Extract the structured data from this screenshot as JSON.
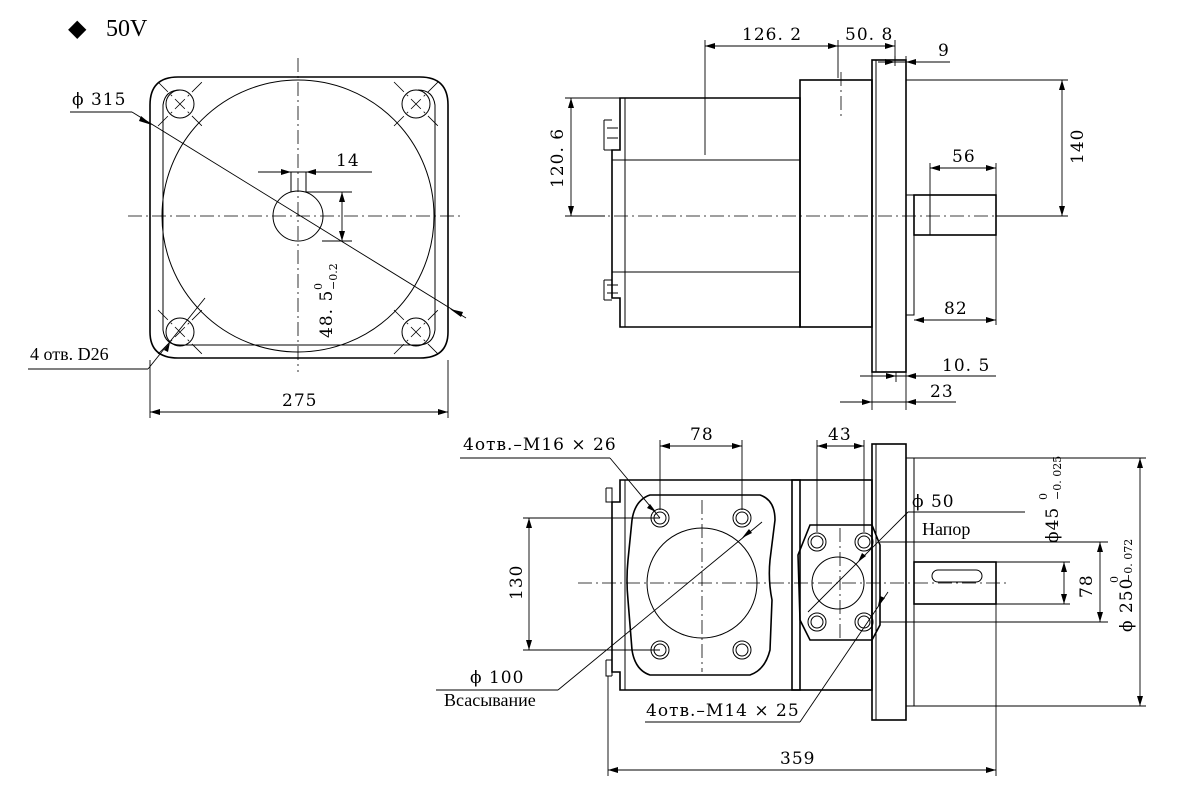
{
  "header": {
    "bullet": "◆",
    "title": "50V"
  },
  "front_view": {
    "phi_315": "ϕ 315",
    "dim_14": "14",
    "dim_48_5": "48. 5",
    "tol_48_upper": "0",
    "tol_48_lower": "−0.2",
    "holes_label": "4 отв. D26",
    "dim_275": "275"
  },
  "side_view": {
    "dim_126_2": "126. 2",
    "dim_50_8": "50. 8",
    "dim_9": "9",
    "dim_120_6": "120. 6",
    "dim_140": "140",
    "dim_56": "56",
    "dim_82": "82",
    "dim_10_5": "10. 5",
    "dim_23": "23"
  },
  "top_view": {
    "m16_label": "4отв.–М16 × 26",
    "dim_78_top": "78",
    "dim_43": "43",
    "phi_50": "ϕ 50",
    "napor": "Напор",
    "phi_45": "ϕ45",
    "phi_45_upper": "0",
    "phi_45_lower": "−0. 025",
    "dim_130": "130",
    "dim_78_right": "78",
    "phi_250": "ϕ 250",
    "phi_250_upper": "0",
    "phi_250_lower": "−0. 072",
    "phi_100": "ϕ 100",
    "vsasyvanie": "Всасывание",
    "m14_label": "4отв.–М14 × 25",
    "dim_359": "359"
  }
}
